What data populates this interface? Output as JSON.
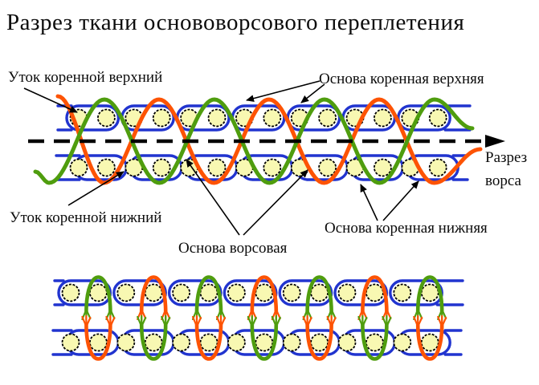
{
  "title": "Разрез ткани основоворсового переплетения",
  "labels": {
    "weft_upper": "Уток коренной верхний",
    "warp_upper": "Основа коренная верхняя",
    "cut": "Разрез ворса",
    "weft_lower": "Уток коренной нижний",
    "warp_lower": "Основа коренная нижняя",
    "pile_warp": "Основа ворсовая"
  },
  "colors": {
    "ground_warp_blue": "#2134cf",
    "pile_green": "#4f9d0e",
    "pile_orange": "#fd5304",
    "weft_fill": "#f8f8b2",
    "weft_outline": "#000000",
    "cut_line_black": "#000000"
  }
}
